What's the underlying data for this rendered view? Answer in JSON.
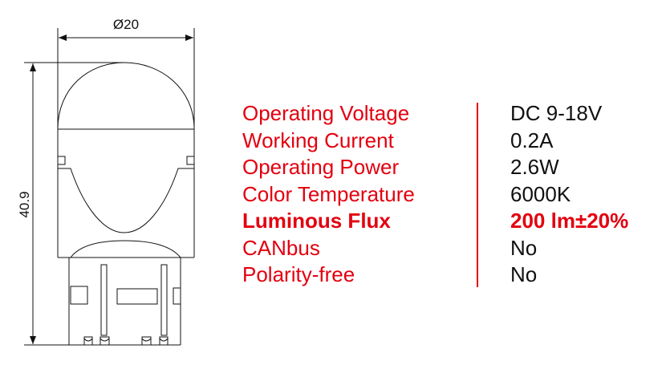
{
  "drawing": {
    "diameter_label": "Ø20",
    "height_label": "40.9"
  },
  "colors": {
    "accent": "#e3000f",
    "text": "#111111"
  },
  "specs": [
    {
      "label": "Operating Voltage",
      "value": "DC 9-18V",
      "bold": false
    },
    {
      "label": "Working Current",
      "value": "0.2A",
      "bold": false
    },
    {
      "label": "Operating Power",
      "value": "2.6W",
      "bold": false
    },
    {
      "label": "Color Temperature",
      "value": "6000K",
      "bold": false
    },
    {
      "label": "Luminous Flux",
      "value": "200 lm±20%",
      "bold": true
    },
    {
      "label": "CANbus",
      "value": "No",
      "bold": false
    },
    {
      "label": "Polarity-free",
      "value": "No",
      "bold": false
    }
  ]
}
